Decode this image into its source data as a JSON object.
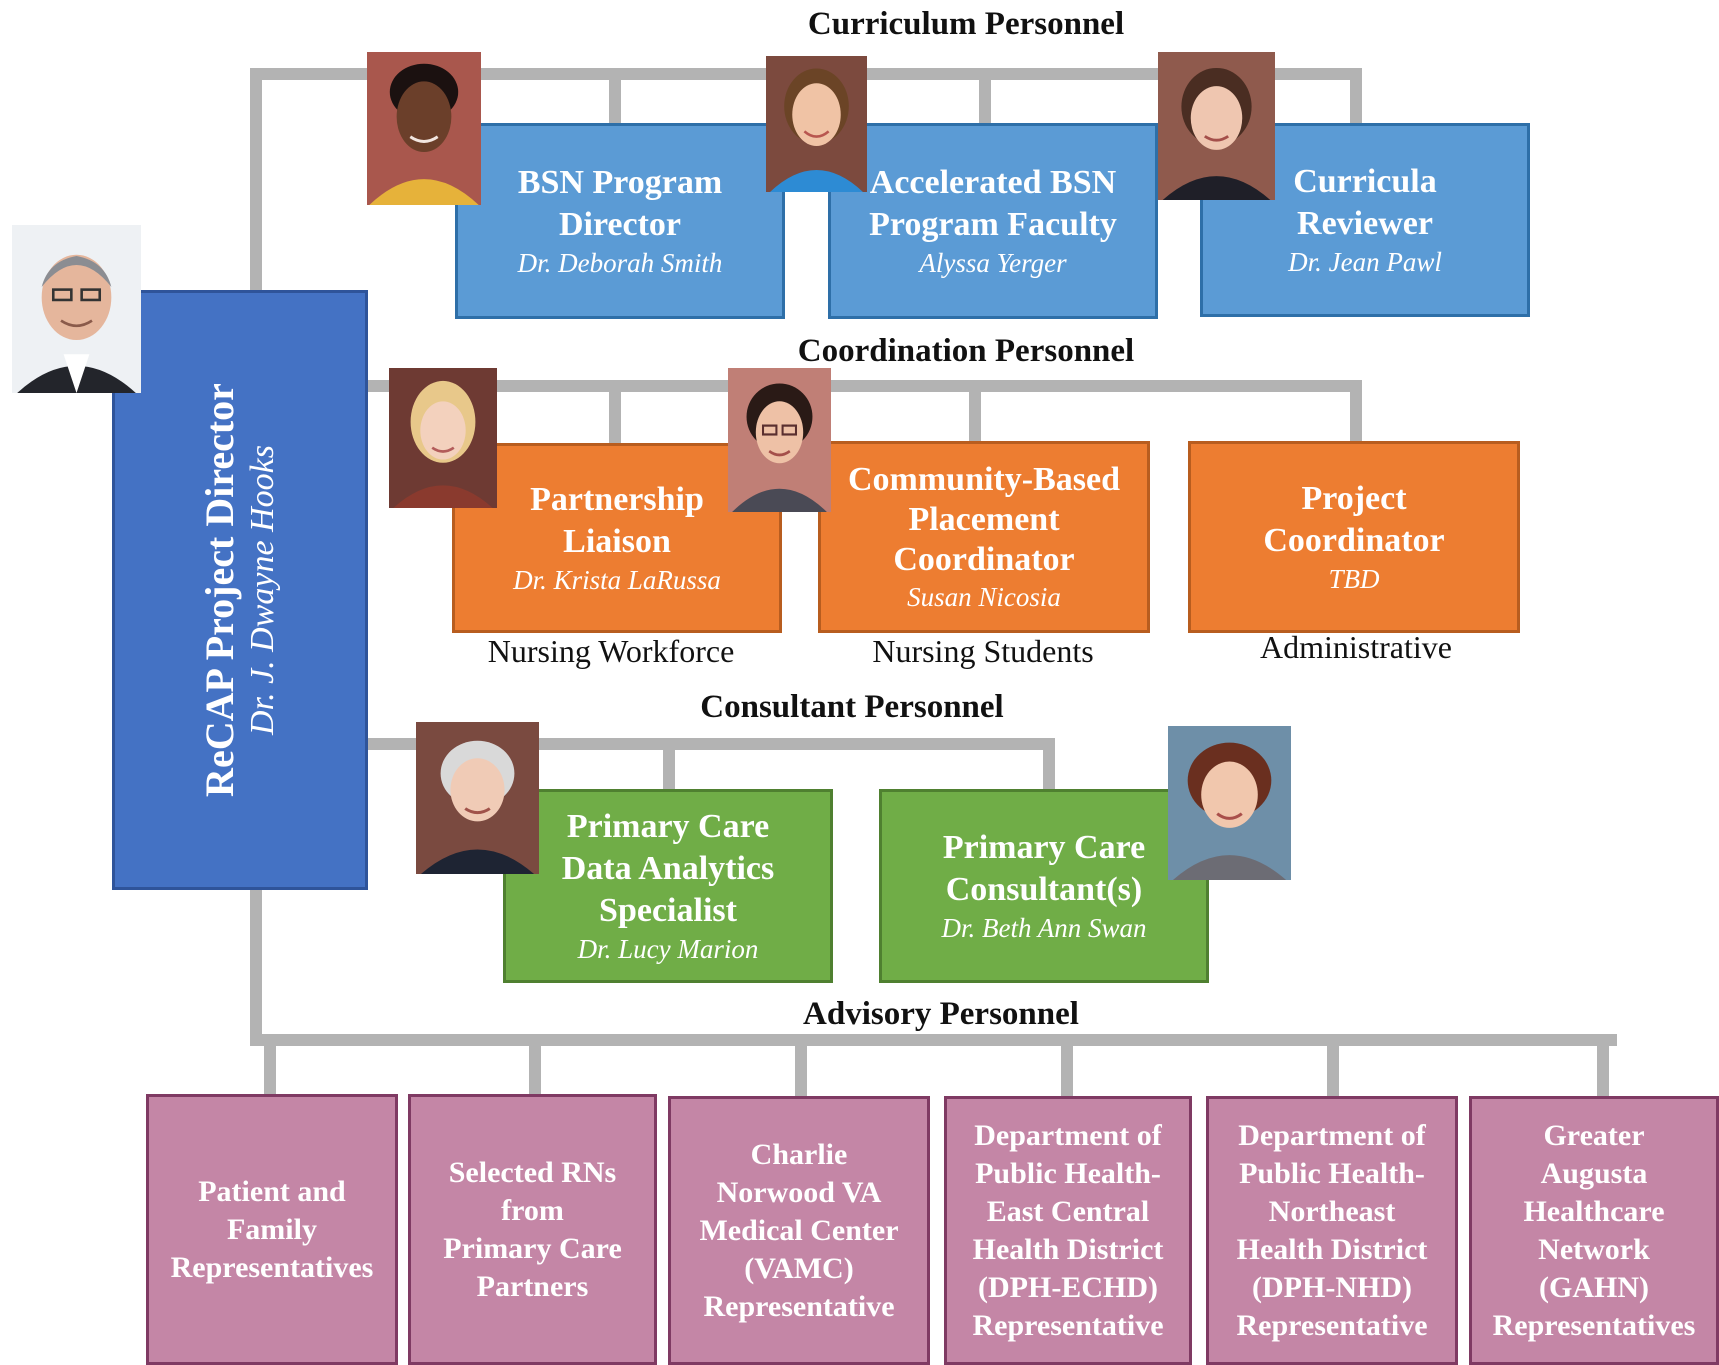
{
  "director": {
    "title": "ReCAP Project Director",
    "name": "Dr. J. Dwayne Hooks"
  },
  "sections": {
    "curriculum": "Curriculum Personnel",
    "coordination": "Coordination Personnel",
    "consultant": "Consultant Personnel",
    "advisory": "Advisory Personnel"
  },
  "curriculum": [
    {
      "role": "BSN Program\nDirector",
      "name": "Dr. Deborah Smith"
    },
    {
      "role": "Accelerated BSN\nProgram Faculty",
      "name": "Alyssa Yerger"
    },
    {
      "role": "Curricula\nReviewer",
      "name": "Dr. Jean Pawl"
    }
  ],
  "coordination": [
    {
      "role": "Partnership\nLiaison",
      "name": "Dr. Krista LaRussa",
      "area": "Nursing Workforce"
    },
    {
      "role": "Community-Based\nPlacement\nCoordinator",
      "name": "Susan Nicosia",
      "area": "Nursing Students"
    },
    {
      "role": "Project\nCoordinator",
      "name": "TBD",
      "area": "Administrative"
    }
  ],
  "consultant": [
    {
      "role": "Primary Care\nData Analytics\nSpecialist",
      "name": "Dr. Lucy Marion"
    },
    {
      "role": "Primary Care\nConsultant(s)",
      "name": "Dr. Beth Ann Swan"
    }
  ],
  "advisory": [
    {
      "role": "Patient and\nFamily\nRepresentatives"
    },
    {
      "role": "Selected RNs\nfrom\nPrimary Care\nPartners"
    },
    {
      "role": "Charlie\nNorwood VA\nMedical Center\n(VAMC)\nRepresentative"
    },
    {
      "role": "Department of\nPublic Health-\nEast Central\nHealth District\n(DPH-ECHD)\nRepresentative"
    },
    {
      "role": "Department of\nPublic Health-\nNortheast\nHealth District\n(DPH-NHD)\nRepresentative"
    },
    {
      "role": "Greater\nAugusta\nHealthcare\nNetwork\n(GAHN)\nRepresentatives"
    }
  ],
  "colors": {
    "director": "#4472c4",
    "curriculum": "#5b9bd5",
    "coordination": "#ed7d31",
    "consultant": "#70ad47",
    "advisory": "#c486a6",
    "connector": "#b3b3b3"
  }
}
